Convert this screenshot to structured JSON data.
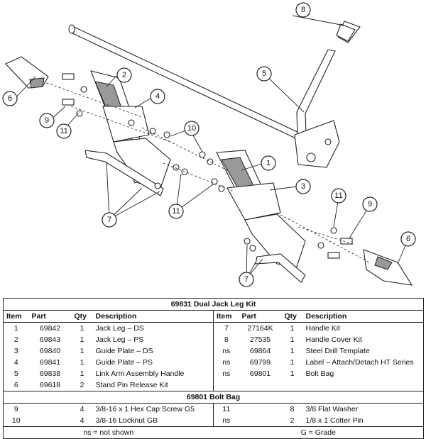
{
  "callouts": [
    "1",
    "2",
    "3",
    "4",
    "5",
    "6",
    "7",
    "8",
    "9",
    "10",
    "11"
  ],
  "table": {
    "title": "69831  Dual Jack Leg Kit",
    "headers": [
      "Item",
      "Part",
      "Qty",
      "Description",
      "Item",
      "Part",
      "Qty",
      "Description"
    ],
    "rows": [
      [
        "1",
        "69842",
        "1",
        "Jack Leg – DS",
        "7",
        "27164K",
        "1",
        "Handle Kit"
      ],
      [
        "2",
        "69843",
        "1",
        "Jack Leg – PS",
        "8",
        "27535",
        "1",
        "Handle Cover Kit"
      ],
      [
        "3",
        "69840",
        "1",
        "Guide Plate – DS",
        "ns",
        "69864",
        "1",
        "Steel Drill Template"
      ],
      [
        "4",
        "69841",
        "1",
        "Guide Plate – PS",
        "ns",
        "69799",
        "1",
        "Label – Attach/Detach HT Series"
      ],
      [
        "5",
        "69838",
        "1",
        "Link Arm Assembly Handle",
        "ns",
        "69801",
        "1",
        "Bolt Bag"
      ],
      [
        "6",
        "69618",
        "2",
        "Stand Pin Release Kit",
        "",
        "",
        "",
        ""
      ]
    ],
    "bolt_bag_title": "69801  Bolt Bag",
    "bolt_rows": [
      [
        "9",
        "",
        "4",
        "3/8-16 x 1 Hex Cap Screw G5",
        "11",
        "",
        "8",
        "3/8 Flat Washer"
      ],
      [
        "10",
        "",
        "4",
        "3/8-16 Locknut GB",
        "ns",
        "",
        "2",
        "1/8 x 1 Cotter Pin"
      ]
    ],
    "footer_left": "ns = not shown",
    "footer_right": "G = Grade"
  }
}
